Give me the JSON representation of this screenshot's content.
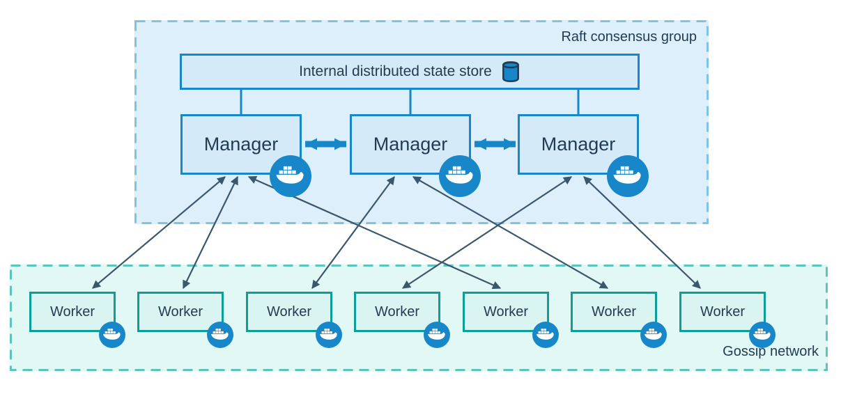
{
  "raft_group": {
    "label": "Raft consensus group",
    "state_store": {
      "label": "Internal distributed state store",
      "icon": "database-cylinder"
    },
    "managers": [
      {
        "label": "Manager",
        "badge_icon": "docker-whale"
      },
      {
        "label": "Manager",
        "badge_icon": "docker-whale"
      },
      {
        "label": "Manager",
        "badge_icon": "docker-whale"
      }
    ]
  },
  "gossip_network": {
    "label": "Gossip network",
    "workers": [
      {
        "label": "Worker",
        "badge_icon": "docker-whale"
      },
      {
        "label": "Worker",
        "badge_icon": "docker-whale"
      },
      {
        "label": "Worker",
        "badge_icon": "docker-whale"
      },
      {
        "label": "Worker",
        "badge_icon": "docker-whale"
      },
      {
        "label": "Worker",
        "badge_icon": "docker-whale"
      },
      {
        "label": "Worker",
        "badge_icon": "docker-whale"
      },
      {
        "label": "Worker",
        "badge_icon": "docker-whale"
      }
    ]
  },
  "edges": {
    "state_store_links": [
      "manager-1",
      "manager-2",
      "manager-3"
    ],
    "manager_peer_links": [
      {
        "from": "manager-1",
        "to": "manager-2",
        "style": "thick-double-arrow"
      },
      {
        "from": "manager-2",
        "to": "manager-3",
        "style": "thick-double-arrow"
      }
    ],
    "manager_worker_links": [
      {
        "from": "manager-1",
        "to": "worker-1",
        "style": "thin-double-arrow"
      },
      {
        "from": "manager-1",
        "to": "worker-2",
        "style": "thin-double-arrow"
      },
      {
        "from": "manager-1",
        "to": "worker-5",
        "style": "thin-double-arrow"
      },
      {
        "from": "manager-2",
        "to": "worker-3",
        "style": "thin-double-arrow"
      },
      {
        "from": "manager-2",
        "to": "worker-6",
        "style": "thin-double-arrow"
      },
      {
        "from": "manager-3",
        "to": "worker-4",
        "style": "thin-double-arrow"
      },
      {
        "from": "manager-3",
        "to": "worker-7",
        "style": "thin-double-arrow"
      }
    ]
  },
  "colors": {
    "manager_fill": "#d5eaf8",
    "manager_border": "#1787c9",
    "raft_group_fill": "#ddeffa",
    "raft_group_border": "#7fc3e3",
    "worker_fill": "#d9f4f1",
    "worker_border": "#0c9f97",
    "gossip_fill": "#e2f8f5",
    "gossip_border": "#5ac5bc",
    "docker_badge": "#1787c9",
    "thick_arrow": "#1787c9",
    "thin_arrow": "#3b576e",
    "text": "#223c52"
  }
}
